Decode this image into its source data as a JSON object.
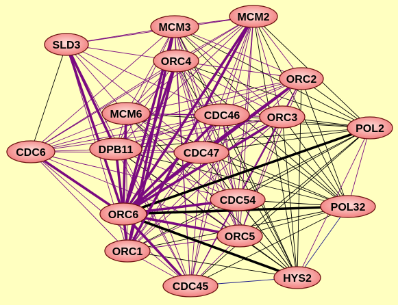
{
  "colors": {
    "background": "#FFFFC0",
    "node_fill_center": "#FFE0DC",
    "node_fill_edge": "#F07878",
    "node_stroke": "#6B1010",
    "edge_purple": "#7A0A80",
    "edge_black": "#000000",
    "edge_blue": "#1A1A8C"
  },
  "nodes": [
    {
      "id": "MCM2",
      "label": "MCM2"
    },
    {
      "id": "MCM3",
      "label": "MCM3"
    },
    {
      "id": "SLD3",
      "label": "SLD3"
    },
    {
      "id": "ORC4",
      "label": "ORC4"
    },
    {
      "id": "ORC2",
      "label": "ORC2"
    },
    {
      "id": "MCM6",
      "label": "MCM6"
    },
    {
      "id": "CDC46",
      "label": "CDC46"
    },
    {
      "id": "ORC3",
      "label": "ORC3"
    },
    {
      "id": "POL2",
      "label": "POL2"
    },
    {
      "id": "CDC6",
      "label": "CDC6"
    },
    {
      "id": "DPB11",
      "label": "DPB11"
    },
    {
      "id": "CDC47",
      "label": "CDC47"
    },
    {
      "id": "CDC54",
      "label": "CDC54"
    },
    {
      "id": "POL32",
      "label": "POL32"
    },
    {
      "id": "ORC6",
      "label": "ORC6"
    },
    {
      "id": "ORC5",
      "label": "ORC5"
    },
    {
      "id": "ORC1",
      "label": "ORC1"
    },
    {
      "id": "HYS2",
      "label": "HYS2"
    },
    {
      "id": "CDC45",
      "label": "CDC45"
    }
  ],
  "edges": [
    {
      "from": "ORC6",
      "to": "MCM2",
      "color": "purple",
      "weight": "heavy"
    },
    {
      "from": "ORC6",
      "to": "MCM3",
      "color": "purple",
      "weight": "heavy"
    },
    {
      "from": "ORC6",
      "to": "ORC4",
      "color": "purple",
      "weight": "heavy"
    },
    {
      "from": "ORC6",
      "to": "SLD3",
      "color": "purple",
      "weight": "heavy"
    },
    {
      "from": "ORC6",
      "to": "CDC6",
      "color": "purple",
      "weight": "heavy"
    },
    {
      "from": "ORC6",
      "to": "DPB11",
      "color": "purple",
      "weight": "heavy"
    },
    {
      "from": "ORC6",
      "to": "MCM6",
      "color": "purple",
      "weight": "heavy"
    },
    {
      "from": "ORC6",
      "to": "CDC46",
      "color": "purple",
      "weight": "heavy"
    },
    {
      "from": "ORC6",
      "to": "CDC47",
      "color": "purple",
      "weight": "heavy"
    },
    {
      "from": "ORC6",
      "to": "ORC2",
      "color": "purple",
      "weight": "heavy"
    },
    {
      "from": "ORC6",
      "to": "ORC3",
      "color": "purple",
      "weight": "heavy"
    },
    {
      "from": "ORC6",
      "to": "CDC54",
      "color": "purple",
      "weight": "heavy"
    },
    {
      "from": "ORC6",
      "to": "ORC5",
      "color": "purple",
      "weight": "heavy"
    },
    {
      "from": "ORC6",
      "to": "ORC1",
      "color": "purple",
      "weight": "heavy"
    },
    {
      "from": "ORC6",
      "to": "CDC45",
      "color": "purple",
      "weight": "heavy"
    },
    {
      "from": "ORC6",
      "to": "POL2",
      "color": "black",
      "weight": "heavy"
    },
    {
      "from": "ORC6",
      "to": "POL32",
      "color": "black",
      "weight": "heavy"
    },
    {
      "from": "ORC6",
      "to": "HYS2",
      "color": "black",
      "weight": "heavy"
    },
    {
      "from": "SLD3",
      "to": "DPB11",
      "color": "purple",
      "weight": "heavy"
    },
    {
      "from": "SLD3",
      "to": "CDC6",
      "color": "black",
      "weight": "light"
    },
    {
      "from": "SLD3",
      "to": "MCM3",
      "color": "purple",
      "weight": "light"
    },
    {
      "from": "SLD3",
      "to": "MCM2",
      "color": "purple",
      "weight": "light"
    },
    {
      "from": "SLD3",
      "to": "ORC4",
      "color": "purple",
      "weight": "light"
    },
    {
      "from": "SLD3",
      "to": "MCM6",
      "color": "purple",
      "weight": "light"
    },
    {
      "from": "SLD3",
      "to": "CDC46",
      "color": "purple",
      "weight": "light"
    },
    {
      "from": "SLD3",
      "to": "CDC47",
      "color": "purple",
      "weight": "light"
    },
    {
      "from": "SLD3",
      "to": "ORC1",
      "color": "purple",
      "weight": "light"
    },
    {
      "from": "SLD3",
      "to": "CDC45",
      "color": "purple",
      "weight": "light"
    },
    {
      "from": "MCM3",
      "to": "MCM2",
      "color": "purple",
      "weight": "light"
    },
    {
      "from": "MCM3",
      "to": "ORC4",
      "color": "purple",
      "weight": "light"
    },
    {
      "from": "MCM3",
      "to": "ORC2",
      "color": "purple",
      "weight": "light"
    },
    {
      "from": "MCM3",
      "to": "MCM6",
      "color": "purple",
      "weight": "light"
    },
    {
      "from": "MCM3",
      "to": "CDC46",
      "color": "purple",
      "weight": "light"
    },
    {
      "from": "MCM3",
      "to": "ORC3",
      "color": "purple",
      "weight": "light"
    },
    {
      "from": "MCM3",
      "to": "CDC6",
      "color": "purple",
      "weight": "light"
    },
    {
      "from": "MCM3",
      "to": "DPB11",
      "color": "purple",
      "weight": "light"
    },
    {
      "from": "MCM3",
      "to": "CDC47",
      "color": "purple",
      "weight": "light"
    },
    {
      "from": "MCM3",
      "to": "CDC54",
      "color": "purple",
      "weight": "light"
    },
    {
      "from": "MCM3",
      "to": "ORC5",
      "color": "purple",
      "weight": "light"
    },
    {
      "from": "MCM3",
      "to": "ORC1",
      "color": "purple",
      "weight": "heavy"
    },
    {
      "from": "MCM3",
      "to": "CDC45",
      "color": "purple",
      "weight": "light"
    },
    {
      "from": "MCM3",
      "to": "POL2",
      "color": "black",
      "weight": "light"
    },
    {
      "from": "MCM3",
      "to": "HYS2",
      "color": "black",
      "weight": "light"
    },
    {
      "from": "MCM3",
      "to": "POL32",
      "color": "black",
      "weight": "light"
    },
    {
      "from": "MCM2",
      "to": "ORC4",
      "color": "purple",
      "weight": "light"
    },
    {
      "from": "MCM2",
      "to": "ORC2",
      "color": "purple",
      "weight": "light"
    },
    {
      "from": "MCM2",
      "to": "MCM6",
      "color": "purple",
      "weight": "light"
    },
    {
      "from": "MCM2",
      "to": "CDC46",
      "color": "purple",
      "weight": "light"
    },
    {
      "from": "MCM2",
      "to": "ORC3",
      "color": "purple",
      "weight": "light"
    },
    {
      "from": "MCM2",
      "to": "POL2",
      "color": "black",
      "weight": "light"
    },
    {
      "from": "MCM2",
      "to": "CDC6",
      "color": "purple",
      "weight": "light"
    },
    {
      "from": "MCM2",
      "to": "DPB11",
      "color": "purple",
      "weight": "light"
    },
    {
      "from": "MCM2",
      "to": "CDC47",
      "color": "purple",
      "weight": "light"
    },
    {
      "from": "MCM2",
      "to": "CDC54",
      "color": "purple",
      "weight": "light"
    },
    {
      "from": "MCM2",
      "to": "POL32",
      "color": "black",
      "weight": "light"
    },
    {
      "from": "MCM2",
      "to": "ORC5",
      "color": "purple",
      "weight": "light"
    },
    {
      "from": "MCM2",
      "to": "ORC1",
      "color": "purple",
      "weight": "heavy"
    },
    {
      "from": "MCM2",
      "to": "HYS2",
      "color": "black",
      "weight": "light"
    },
    {
      "from": "MCM2",
      "to": "CDC45",
      "color": "purple",
      "weight": "light"
    },
    {
      "from": "ORC4",
      "to": "ORC2",
      "color": "purple",
      "weight": "light"
    },
    {
      "from": "ORC4",
      "to": "MCM6",
      "color": "purple",
      "weight": "light"
    },
    {
      "from": "ORC4",
      "to": "CDC46",
      "color": "purple",
      "weight": "light"
    },
    {
      "from": "ORC4",
      "to": "ORC3",
      "color": "purple",
      "weight": "light"
    },
    {
      "from": "ORC4",
      "to": "POL2",
      "color": "black",
      "weight": "light"
    },
    {
      "from": "ORC4",
      "to": "CDC6",
      "color": "purple",
      "weight": "light"
    },
    {
      "from": "ORC4",
      "to": "DPB11",
      "color": "purple",
      "weight": "light"
    },
    {
      "from": "ORC4",
      "to": "CDC47",
      "color": "purple",
      "weight": "light"
    },
    {
      "from": "ORC4",
      "to": "CDC54",
      "color": "purple",
      "weight": "light"
    },
    {
      "from": "ORC4",
      "to": "POL32",
      "color": "black",
      "weight": "light"
    },
    {
      "from": "ORC4",
      "to": "ORC5",
      "color": "purple",
      "weight": "light"
    },
    {
      "from": "ORC4",
      "to": "ORC1",
      "color": "purple",
      "weight": "heavy"
    },
    {
      "from": "ORC4",
      "to": "HYS2",
      "color": "black",
      "weight": "light"
    },
    {
      "from": "ORC4",
      "to": "CDC45",
      "color": "purple",
      "weight": "light"
    },
    {
      "from": "ORC2",
      "to": "MCM6",
      "color": "purple",
      "weight": "light"
    },
    {
      "from": "ORC2",
      "to": "CDC46",
      "color": "purple",
      "weight": "light"
    },
    {
      "from": "ORC2",
      "to": "ORC3",
      "color": "purple",
      "weight": "light"
    },
    {
      "from": "ORC2",
      "to": "POL2",
      "color": "black",
      "weight": "light"
    },
    {
      "from": "ORC2",
      "to": "CDC6",
      "color": "purple",
      "weight": "light"
    },
    {
      "from": "ORC2",
      "to": "DPB11",
      "color": "purple",
      "weight": "light"
    },
    {
      "from": "ORC2",
      "to": "CDC47",
      "color": "purple",
      "weight": "heavy"
    },
    {
      "from": "ORC2",
      "to": "CDC54",
      "color": "purple",
      "weight": "light"
    },
    {
      "from": "ORC2",
      "to": "POL32",
      "color": "black",
      "weight": "light"
    },
    {
      "from": "ORC2",
      "to": "ORC5",
      "color": "purple",
      "weight": "light"
    },
    {
      "from": "ORC2",
      "to": "ORC1",
      "color": "purple",
      "weight": "light"
    },
    {
      "from": "ORC2",
      "to": "HYS2",
      "color": "black",
      "weight": "light"
    },
    {
      "from": "ORC2",
      "to": "CDC45",
      "color": "purple",
      "weight": "light"
    },
    {
      "from": "MCM6",
      "to": "CDC46",
      "color": "purple",
      "weight": "light"
    },
    {
      "from": "MCM6",
      "to": "ORC3",
      "color": "purple",
      "weight": "light"
    },
    {
      "from": "MCM6",
      "to": "POL2",
      "color": "black",
      "weight": "light"
    },
    {
      "from": "MCM6",
      "to": "CDC6",
      "color": "purple",
      "weight": "light"
    },
    {
      "from": "MCM6",
      "to": "DPB11",
      "color": "purple",
      "weight": "light"
    },
    {
      "from": "MCM6",
      "to": "CDC47",
      "color": "purple",
      "weight": "light"
    },
    {
      "from": "MCM6",
      "to": "CDC54",
      "color": "purple",
      "weight": "light"
    },
    {
      "from": "MCM6",
      "to": "POL32",
      "color": "black",
      "weight": "light"
    },
    {
      "from": "MCM6",
      "to": "ORC5",
      "color": "purple",
      "weight": "light"
    },
    {
      "from": "MCM6",
      "to": "ORC1",
      "color": "purple",
      "weight": "light"
    },
    {
      "from": "MCM6",
      "to": "HYS2",
      "color": "black",
      "weight": "light"
    },
    {
      "from": "MCM6",
      "to": "CDC45",
      "color": "purple",
      "weight": "light"
    },
    {
      "from": "CDC46",
      "to": "ORC3",
      "color": "purple",
      "weight": "light"
    },
    {
      "from": "CDC46",
      "to": "POL2",
      "color": "black",
      "weight": "light"
    },
    {
      "from": "CDC46",
      "to": "CDC6",
      "color": "purple",
      "weight": "light"
    },
    {
      "from": "CDC46",
      "to": "DPB11",
      "color": "purple",
      "weight": "light"
    },
    {
      "from": "CDC46",
      "to": "CDC47",
      "color": "purple",
      "weight": "light"
    },
    {
      "from": "CDC46",
      "to": "CDC54",
      "color": "purple",
      "weight": "light"
    },
    {
      "from": "CDC46",
      "to": "POL32",
      "color": "black",
      "weight": "light"
    },
    {
      "from": "CDC46",
      "to": "ORC5",
      "color": "purple",
      "weight": "light"
    },
    {
      "from": "CDC46",
      "to": "ORC1",
      "color": "purple",
      "weight": "light"
    },
    {
      "from": "CDC46",
      "to": "HYS2",
      "color": "black",
      "weight": "light"
    },
    {
      "from": "CDC46",
      "to": "CDC45",
      "color": "purple",
      "weight": "light"
    },
    {
      "from": "ORC3",
      "to": "POL2",
      "color": "black",
      "weight": "light"
    },
    {
      "from": "ORC3",
      "to": "CDC6",
      "color": "purple",
      "weight": "light"
    },
    {
      "from": "ORC3",
      "to": "DPB11",
      "color": "purple",
      "weight": "light"
    },
    {
      "from": "ORC3",
      "to": "CDC47",
      "color": "purple",
      "weight": "light"
    },
    {
      "from": "ORC3",
      "to": "CDC54",
      "color": "purple",
      "weight": "light"
    },
    {
      "from": "ORC3",
      "to": "POL32",
      "color": "black",
      "weight": "light"
    },
    {
      "from": "ORC3",
      "to": "ORC5",
      "color": "purple",
      "weight": "light"
    },
    {
      "from": "ORC3",
      "to": "ORC1",
      "color": "purple",
      "weight": "light"
    },
    {
      "from": "ORC3",
      "to": "HYS2",
      "color": "black",
      "weight": "light"
    },
    {
      "from": "ORC3",
      "to": "CDC45",
      "color": "purple",
      "weight": "light"
    },
    {
      "from": "POL2",
      "to": "CDC47",
      "color": "black",
      "weight": "light"
    },
    {
      "from": "POL2",
      "to": "CDC54",
      "color": "black",
      "weight": "light"
    },
    {
      "from": "POL2",
      "to": "POL32",
      "color": "purple",
      "weight": "light"
    },
    {
      "from": "POL2",
      "to": "ORC5",
      "color": "black",
      "weight": "light"
    },
    {
      "from": "POL2",
      "to": "ORC1",
      "color": "black",
      "weight": "light"
    },
    {
      "from": "POL2",
      "to": "HYS2",
      "color": "purple",
      "weight": "light"
    },
    {
      "from": "POL2",
      "to": "CDC45",
      "color": "black",
      "weight": "light"
    },
    {
      "from": "POL2",
      "to": "DPB11",
      "color": "black",
      "weight": "light"
    },
    {
      "from": "CDC6",
      "to": "DPB11",
      "color": "purple",
      "weight": "light"
    },
    {
      "from": "CDC6",
      "to": "CDC47",
      "color": "purple",
      "weight": "light"
    },
    {
      "from": "CDC6",
      "to": "CDC54",
      "color": "purple",
      "weight": "light"
    },
    {
      "from": "CDC6",
      "to": "ORC5",
      "color": "purple",
      "weight": "light"
    },
    {
      "from": "CDC6",
      "to": "ORC1",
      "color": "purple",
      "weight": "light"
    },
    {
      "from": "CDC6",
      "to": "CDC45",
      "color": "purple",
      "weight": "light"
    },
    {
      "from": "DPB11",
      "to": "CDC47",
      "color": "purple",
      "weight": "light"
    },
    {
      "from": "DPB11",
      "to": "CDC54",
      "color": "purple",
      "weight": "light"
    },
    {
      "from": "DPB11",
      "to": "ORC5",
      "color": "purple",
      "weight": "light"
    },
    {
      "from": "DPB11",
      "to": "ORC1",
      "color": "purple",
      "weight": "light"
    },
    {
      "from": "DPB11",
      "to": "CDC45",
      "color": "purple",
      "weight": "light"
    },
    {
      "from": "DPB11",
      "to": "HYS2",
      "color": "black",
      "weight": "light"
    },
    {
      "from": "DPB11",
      "to": "POL32",
      "color": "black",
      "weight": "light"
    },
    {
      "from": "CDC47",
      "to": "CDC54",
      "color": "purple",
      "weight": "light"
    },
    {
      "from": "CDC47",
      "to": "POL32",
      "color": "black",
      "weight": "light"
    },
    {
      "from": "CDC47",
      "to": "ORC5",
      "color": "purple",
      "weight": "light"
    },
    {
      "from": "CDC47",
      "to": "ORC1",
      "color": "purple",
      "weight": "light"
    },
    {
      "from": "CDC47",
      "to": "HYS2",
      "color": "black",
      "weight": "light"
    },
    {
      "from": "CDC47",
      "to": "CDC45",
      "color": "purple",
      "weight": "light"
    },
    {
      "from": "CDC54",
      "to": "POL32",
      "color": "black",
      "weight": "light"
    },
    {
      "from": "CDC54",
      "to": "ORC5",
      "color": "purple",
      "weight": "light"
    },
    {
      "from": "CDC54",
      "to": "ORC1",
      "color": "purple",
      "weight": "light"
    },
    {
      "from": "CDC54",
      "to": "HYS2",
      "color": "black",
      "weight": "light"
    },
    {
      "from": "CDC54",
      "to": "CDC45",
      "color": "purple",
      "weight": "light"
    },
    {
      "from": "POL32",
      "to": "ORC5",
      "color": "black",
      "weight": "light"
    },
    {
      "from": "POL32",
      "to": "ORC1",
      "color": "black",
      "weight": "light"
    },
    {
      "from": "POL32",
      "to": "HYS2",
      "color": "blue",
      "weight": "light"
    },
    {
      "from": "POL32",
      "to": "CDC45",
      "color": "black",
      "weight": "light"
    },
    {
      "from": "ORC5",
      "to": "ORC1",
      "color": "purple",
      "weight": "light"
    },
    {
      "from": "ORC5",
      "to": "HYS2",
      "color": "black",
      "weight": "light"
    },
    {
      "from": "ORC5",
      "to": "CDC45",
      "color": "purple",
      "weight": "light"
    },
    {
      "from": "ORC1",
      "to": "HYS2",
      "color": "black",
      "weight": "light"
    },
    {
      "from": "ORC1",
      "to": "CDC45",
      "color": "purple",
      "weight": "light"
    },
    {
      "from": "HYS2",
      "to": "CDC45",
      "color": "blue",
      "weight": "light"
    }
  ]
}
